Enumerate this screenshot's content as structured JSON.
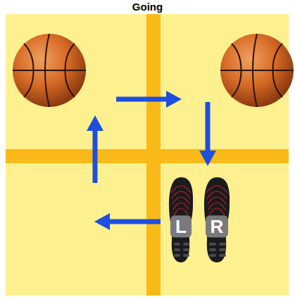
{
  "diagram": {
    "title": "Going",
    "nodes": [
      {
        "text": [
          "L"
        ]
      },
      {
        "text": [
          "R"
        ]
      }
    ]
  }
}
